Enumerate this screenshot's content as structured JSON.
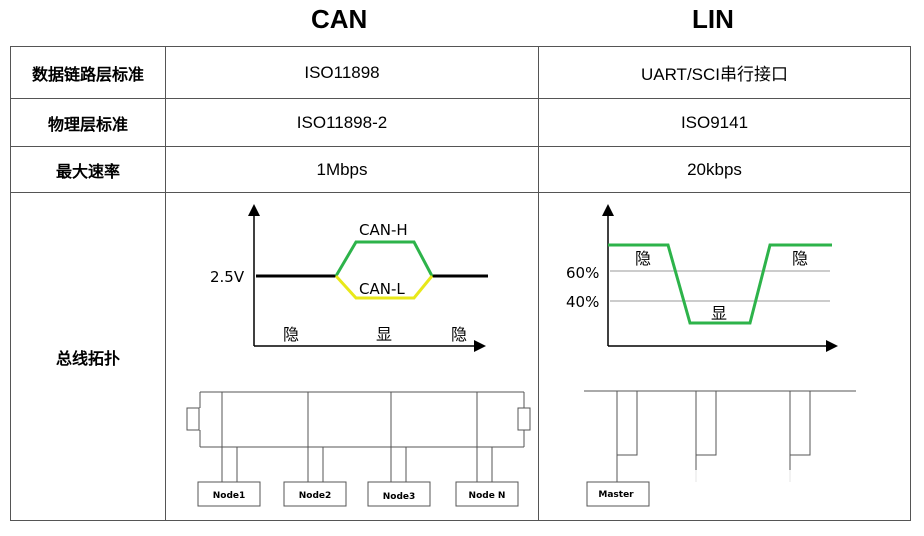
{
  "headers": {
    "can": "CAN",
    "lin": "LIN"
  },
  "rows": [
    {
      "label": "数据链路层标准",
      "can": "ISO11898",
      "lin": "UART/SCI串行接口"
    },
    {
      "label": "物理层标准",
      "can": "ISO11898-2",
      "lin": "ISO9141"
    },
    {
      "label": "最大速率",
      "can": "1Mbps",
      "lin": "20kbps"
    },
    {
      "label": "总线拓扑",
      "can": "",
      "lin": ""
    }
  ],
  "can_signal": {
    "voltage_label": "2.5V",
    "high_label": "CAN-H",
    "low_label": "CAN-L",
    "states": [
      "隐",
      "显",
      "隐"
    ],
    "colors": {
      "high": "#2db34a",
      "low": "#e8e81a",
      "base": "#000000"
    }
  },
  "lin_signal": {
    "levels": [
      "60%",
      "40%"
    ],
    "states": [
      "隐",
      "显",
      "隐"
    ],
    "colors": {
      "signal": "#2db34a",
      "grid": "#999999"
    }
  },
  "can_topology": {
    "nodes": [
      "Node1",
      "Node2",
      "Node3",
      "Node N"
    ]
  },
  "lin_topology": {
    "master": "Master"
  }
}
